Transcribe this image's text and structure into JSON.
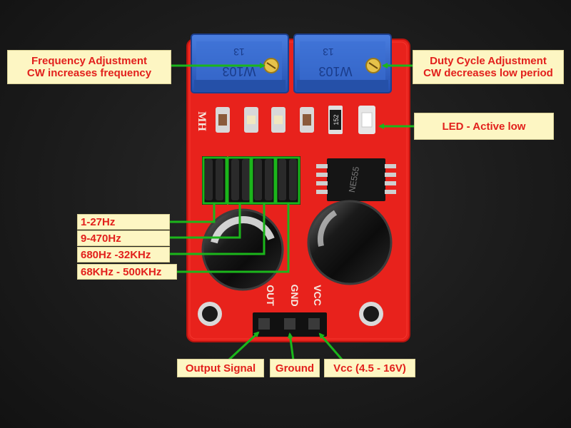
{
  "annotations": {
    "frequency": {
      "line1": "Frequency Adjustment",
      "line2": "CW increases frequency"
    },
    "duty": {
      "line1": "Duty Cycle Adjustment",
      "line2": "CW decreases low period"
    },
    "led": "LED - Active low",
    "ranges": [
      "1-27Hz",
      "9-470Hz",
      "680Hz -32KHz",
      "68KHz - 500KHz"
    ],
    "pins": {
      "output": "Output Signal",
      "ground": "Ground",
      "vcc": "Vcc (4.5 - 16V)"
    }
  },
  "board": {
    "silkscreen_mh": "MH",
    "pin_out": "OUT",
    "pin_gnd": "GND",
    "pin_vcc": "VCC",
    "pot_left_text": "W103",
    "pot_right_text": "W103",
    "pot_left_num": "13",
    "pot_right_num": "13",
    "resistor_code": "152",
    "chip_text": "NE555"
  },
  "colors": {
    "pcb": "#e8221c",
    "pot": "#2f63c8",
    "label_bg": "#fdf6c3",
    "label_text": "#e2201c",
    "arrow": "#1bb61b"
  }
}
